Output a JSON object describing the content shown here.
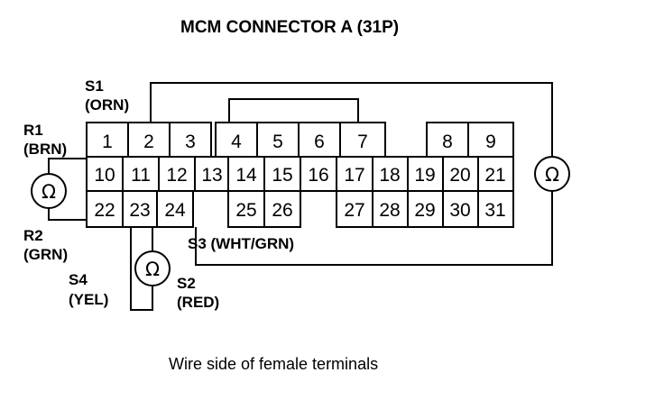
{
  "title": "MCM CONNECTOR A (31P)",
  "caption": "Wire side of female terminals",
  "ohm_symbol": "Ω",
  "labels": {
    "s1": [
      "S1",
      "(ORN)"
    ],
    "r1": [
      "R1",
      "(BRN)"
    ],
    "r2": [
      "R2",
      "(GRN)"
    ],
    "s3": "S3 (WHT/GRN)",
    "s4": [
      "S4",
      "(YEL)"
    ],
    "s2": [
      "S2",
      "(RED)"
    ]
  },
  "connector": {
    "row1": [
      "1",
      "2",
      "3",
      "4",
      "5",
      "6",
      "7",
      "",
      "8",
      "9"
    ],
    "row2": [
      "10",
      "11",
      "12",
      "13",
      "14",
      "15",
      "16",
      "17",
      "18",
      "19",
      "20",
      "21"
    ],
    "row3": [
      "22",
      "23",
      "24",
      "",
      "25",
      "26",
      "",
      "27",
      "28",
      "29",
      "30",
      "31"
    ]
  }
}
